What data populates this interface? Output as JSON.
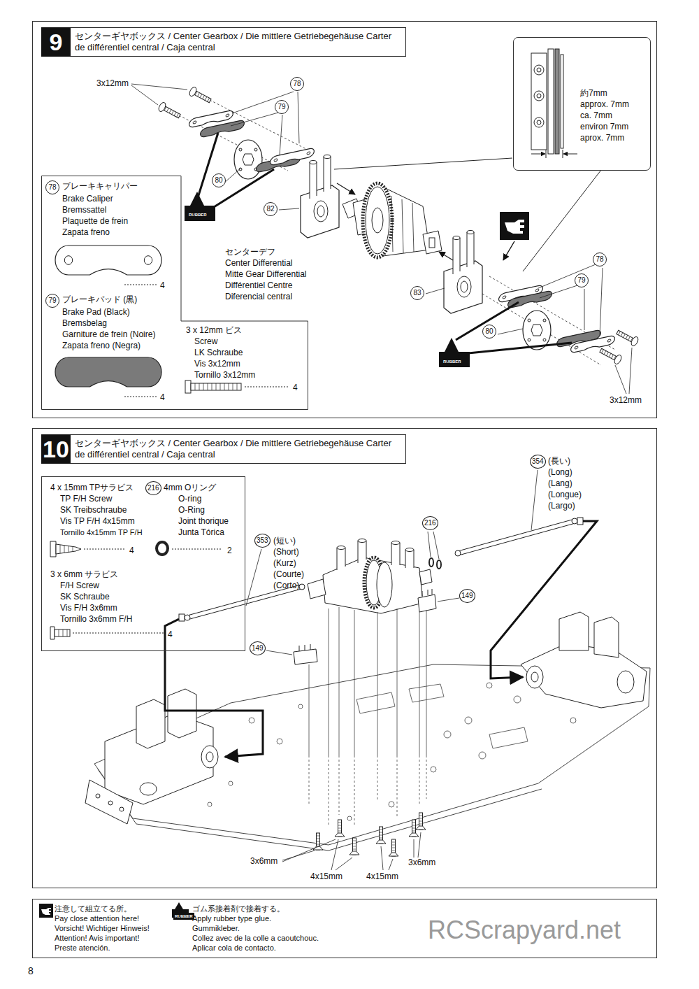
{
  "diagram": {
    "nodes": [
      {
        "text": [
          "9",
          "センターギヤボックス / Center Gearbox / Die mittlere Getriebegehäuse Carter de différentiel central / Caja central"
        ]
      },
      {
        "text": [
          "約7mm",
          "approx. 7mm",
          "ca. 7mm",
          "environ 7mm",
          "aprox. 7mm"
        ],
        "in": 0
      },
      {
        "text": [
          "78",
          "ブレーキキャリパー",
          "Brake Caliper",
          "Bremssattel",
          "Plaquette de frein",
          "Zapata freno",
          "4",
          "79",
          "ブレーキパッド (黒)",
          "Brake Pad (Black)",
          "Bremsbelag",
          "Garniture de frein (Noire)",
          "Zapata freno (Negra)",
          "4",
          "3 x 12mm ビス",
          "Screw",
          "LK Schraube",
          "Vis 3x12mm",
          "Tornillo 3x12mm",
          "4"
        ],
        "in": 0
      },
      {
        "text": [
          "10",
          "センターギヤボックス / Center Gearbox / Die mittlere Getriebegehäuse Carter de différentiel central / Caja central"
        ]
      },
      {
        "text": [
          "4 x 15mm TPサラビス",
          "TP F/H Screw",
          "SK Treibschraube",
          "Vis TP F/H 4x15mm",
          "Tornillo 4x15mm TP F/H",
          "4",
          "216",
          "4mm Oリング",
          "O-ring",
          "O-Ring",
          "Joint thorique",
          "Junta Tórica",
          "2",
          "3 x 6mm サラビス",
          "F/H Screw",
          "SK Schraube",
          "Vis F/H 3x6mm",
          "Tornillo 3x6mm F/H",
          "4"
        ],
        "in": 3
      },
      {
        "text": [
          "注意して組立てる所。",
          "Pay close attention here!",
          "Vorsicht! Wichtiger Hinweis!",
          "Attention! Avis important!",
          "Preste atención.",
          "ゴム系接着剤で接着する。",
          "Apply rubber type glue.",
          "Gummikleber.",
          "Collez avec de la colle a caoutchouc.",
          "Aplicar cola de contacto.",
          "RUBBER"
        ]
      }
    ],
    "labels": [
      "3x12mm",
      "78",
      "79",
      "80",
      "RUBBER",
      "82",
      "センターデフ",
      "Center Differential",
      "Mitte Gear Differential",
      "Différentiel Centre",
      "Diferencial central",
      "83",
      "78",
      "79",
      "80",
      "RUBBER",
      "3x12mm",
      "354",
      "(長い)",
      "(Long)",
      "(Lang)",
      "(Longue)",
      "(Largo)",
      "216",
      "353",
      "(短い)",
      "(Short)",
      "(Kurz)",
      "(Courte)",
      "(Corto)",
      "149",
      "149",
      "3x6mm",
      "4x15mm",
      "4x15mm",
      "3x6mm",
      "RCScrapyard.net",
      "8"
    ]
  }
}
